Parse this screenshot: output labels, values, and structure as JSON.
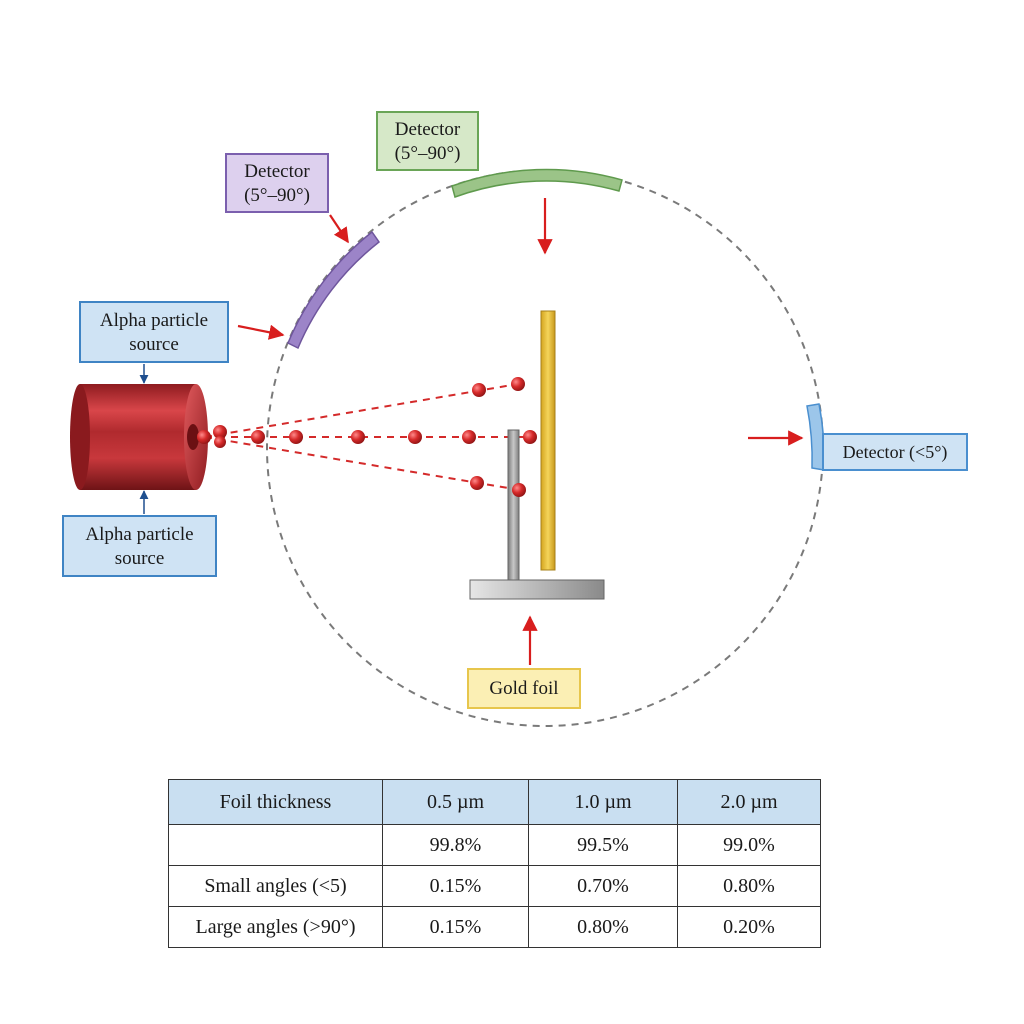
{
  "labels": {
    "source_top": "Alpha particle source",
    "source_bottom": "Alpha particle source",
    "detector_purple": [
      "Detector",
      "(5°–90°)"
    ],
    "detector_green": [
      "Detector",
      "(5°–90°)"
    ],
    "detector_small": "Detector (<5°)",
    "gold_foil": "Gold foil"
  },
  "table": {
    "headers": [
      "Foil thickness",
      "0.5 µm",
      "1.0 µm",
      "2.0 µm"
    ],
    "rows": [
      {
        "label": "",
        "values": [
          "99.8%",
          "99.5%",
          "99.0%"
        ]
      },
      {
        "label": "Small angles (<5)",
        "values": [
          "0.15%",
          "0.70%",
          "0.80%"
        ]
      },
      {
        "label": "Large angles (>90°)",
        "values": [
          "0.15%",
          "0.80%",
          "0.20%"
        ]
      }
    ]
  },
  "colors": {
    "beam": "#d42a2a",
    "source_body": "#b52a2e",
    "purple_detector": "#9c84c8",
    "green_detector": "#9bc488",
    "blue_detector": "#9cc6ea",
    "foil": "#e9c236",
    "stand": "#9a9a9a",
    "arrow_red": "#d81e1e",
    "arrow_blue": "#1f4f8f"
  }
}
